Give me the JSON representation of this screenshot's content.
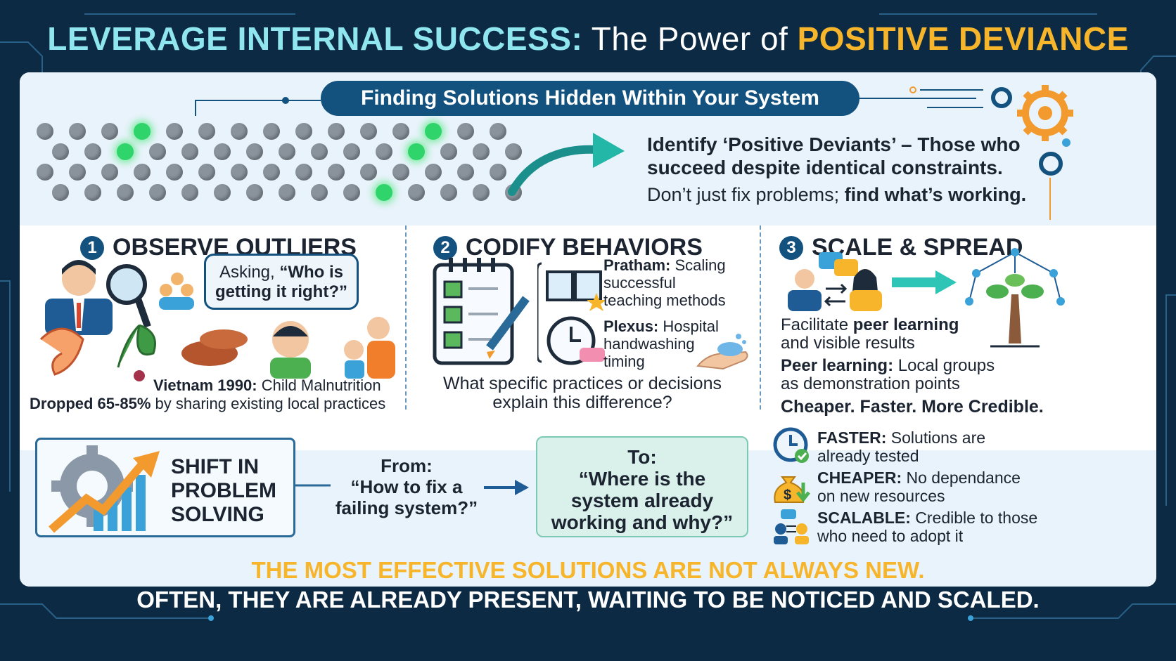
{
  "title": {
    "part1": "LEVERAGE INTERNAL SUCCESS:",
    "part2": " The Power of ",
    "part3": "POSITIVE DEVIANCE"
  },
  "banner": "Finding Solutions Hidden Within Your System",
  "identify": {
    "line1": "Identify ‘Positive Deviants’ – Those who",
    "line2": "succeed despite identical constraints.",
    "sub_plain": "Don’t just fix problems; ",
    "sub_bold": "find what’s working."
  },
  "sections": [
    {
      "num": "1",
      "title": "OBSERVE OUTLIERS",
      "bubble_plain": "Asking, ",
      "bubble_bold": "“Who is getting it right?”",
      "example_bold1": "Vietnam 1990:",
      "example_plain1": " Child Malnutrition",
      "example_bold2": "Dropped 65-85%",
      "example_plain2": " by sharing existing local practices"
    },
    {
      "num": "2",
      "title": "CODIFY BEHAVIORS",
      "ex1_bold": "Pratham:",
      "ex1_l1": " Scaling",
      "ex1_l2": "successful",
      "ex1_l3": "teaching methods",
      "ex2_bold": "Plexus:",
      "ex2_l1": " Hospital",
      "ex2_l2": "handwashing",
      "ex2_l3": "timing",
      "question_l1": "What specific practices or decisions",
      "question_l2": "explain this difference?"
    },
    {
      "num": "3",
      "title": "SCALE & SPREAD",
      "l1_plain": "Facilitate ",
      "l1_bold": "peer learning",
      "l2": "and visible results",
      "l3_bold": "Peer learning:",
      "l3_plain": " Local groups",
      "l4": "as demonstration points",
      "tagline": "Cheaper. Faster. More Credible."
    }
  ],
  "shift": {
    "title_l1": "SHIFT IN",
    "title_l2": "PROBLEM",
    "title_l3": "SOLVING",
    "from_label": "From:",
    "from_l1": "“How to fix a",
    "from_l2": "failing system?”",
    "to_label": "To:",
    "to_l1": "“Where is the",
    "to_l2": "system already",
    "to_l3": "working and why?”"
  },
  "benefits": [
    {
      "bold": "FASTER:",
      "l1": " Solutions are",
      "l2": "already tested",
      "icon": "clock-check-icon"
    },
    {
      "bold": "CHEAPER:",
      "l1": " No dependance",
      "l2": "on new resources",
      "icon": "money-bag-icon"
    },
    {
      "bold": "SCALABLE:",
      "l1": " Credible to those",
      "l2": "who need to adopt it",
      "icon": "people-network-icon"
    }
  ],
  "footer": {
    "line1": "THE MOST EFFECTIVE SOLUTIONS ARE NOT ALWAYS NEW.",
    "line2": "OFTEN, THEY ARE ALREADY PRESENT, WAITING TO BE NOTICED AND SCALED."
  },
  "colors": {
    "accent_gold": "#f6b52b",
    "title_cyan": "#8fe6ee",
    "navy": "#13527e",
    "background": "#0d2a44",
    "highlight_green": "#2fd46a"
  }
}
